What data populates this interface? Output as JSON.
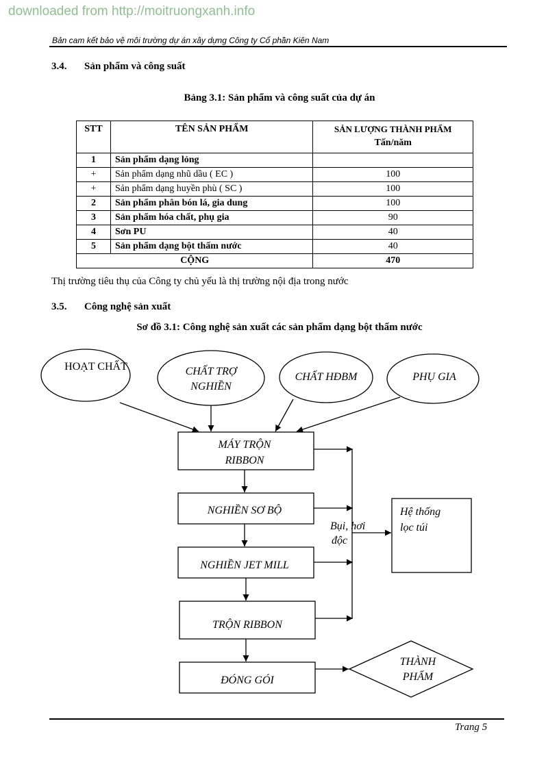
{
  "watermark": "downloaded from http://moitruongxanh.info",
  "header": "Bản cam kết bảo vệ môi trường dự án xây dựng Công ty Cổ phần Kiên Nam",
  "section_34": {
    "num": "3.4.",
    "title": "Sản phẩm và công suất"
  },
  "table": {
    "caption": "Bảng 3.1: Sản phẩm và công suất của dự án",
    "headers": {
      "stt": "STT",
      "name": "TÊN SẢN PHẨM",
      "output_line1": "SẢN LƯỢNG THÀNH PHẨM",
      "output_line2": "Tấn/năm"
    },
    "rows": [
      {
        "stt": "1",
        "name": "Sản phẩm dạng lỏng",
        "value": ""
      },
      {
        "stt": "+",
        "name": "Sản phẩm dạng nhũ dầu ( EC )",
        "value": "100"
      },
      {
        "stt": "+",
        "name": "Sản phẩm dạng huyền phù ( SC )",
        "value": "100"
      },
      {
        "stt": "2",
        "name": "Sản phẩm phân bón lá, gia dung",
        "value": "100"
      },
      {
        "stt": "3",
        "name": "Sản phẩm hóa chất, phụ gia",
        "value": "90"
      },
      {
        "stt": "4",
        "name": "Sơn PU",
        "value": "40"
      },
      {
        "stt": "5",
        "name": "Sản phẩm dạng bột thấm nước",
        "value": "40"
      }
    ],
    "total_label": "CỘNG",
    "total_value": "470"
  },
  "paragraph": "Thị trường tiêu thụ của Công ty chủ yếu là thị trường nội địa trong nước",
  "section_35": {
    "num": "3.5.",
    "title": "Công nghệ sản xuất"
  },
  "diagram": {
    "title": "Sơ đồ 3.1: Công nghệ sản xuất các sản phẩm dạng bột thấm nước",
    "inputs": {
      "hoat_chat": "HOẠT CHẤT",
      "chat_tro_1": "CHẤT TRỢ",
      "chat_tro_2": "NGHIỀN",
      "chat_hdbm": "CHẤT HĐBM",
      "phu_gia": "PHỤ GIA"
    },
    "steps": {
      "may_tron_1": "MÁY TRỘN",
      "may_tron_2": "RIBBON",
      "nghien_so_bo": "NGHIỀN SƠ BỘ",
      "nghien_jet": "NGHIỀN JET MILL",
      "tron_ribbon": "TRỘN RIBBON",
      "dong_goi": "ĐÓNG GÓI"
    },
    "emission_1": "Bụi, hơi",
    "emission_2": "độc",
    "filter_1": "Hệ thống",
    "filter_2": "lọc túi",
    "product_1": "THÀNH",
    "product_2": "PHẨM"
  },
  "page_label": "Trang 5"
}
